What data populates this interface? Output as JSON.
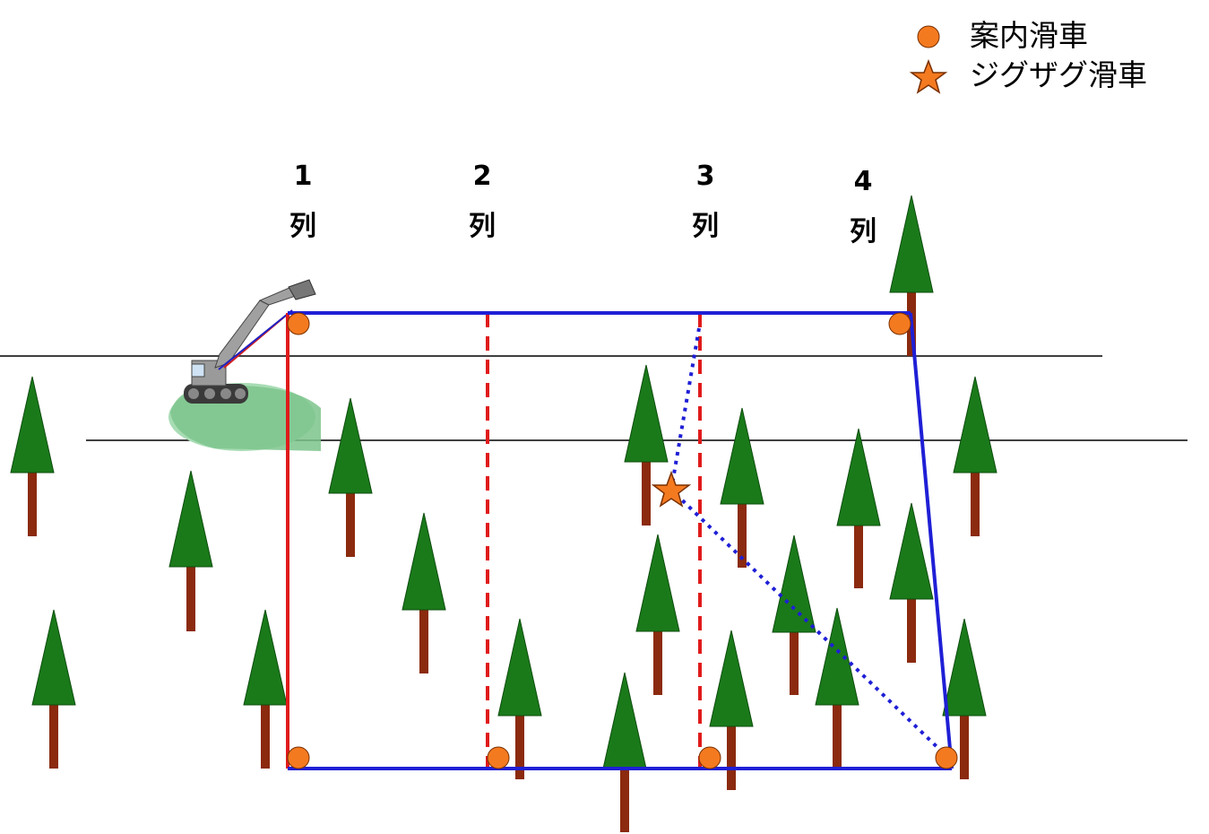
{
  "legend": {
    "guide_pulley_label": "案内滑車",
    "zigzag_pulley_label": "ジグザグ滑車"
  },
  "columns": [
    {
      "number": "1",
      "suffix": "列"
    },
    {
      "number": "2",
      "suffix": "列"
    },
    {
      "number": "3",
      "suffix": "列"
    },
    {
      "number": "4",
      "suffix": "列"
    }
  ],
  "colors": {
    "pulley": "#f47a20",
    "pulley_stroke": "#7a3000",
    "blue_line": "#1f1fd6",
    "red_line": "#e01b1b",
    "tree_crown": "#1a7a1a",
    "tree_trunk": "#8b2a0e",
    "ground": "#7cc48c"
  }
}
